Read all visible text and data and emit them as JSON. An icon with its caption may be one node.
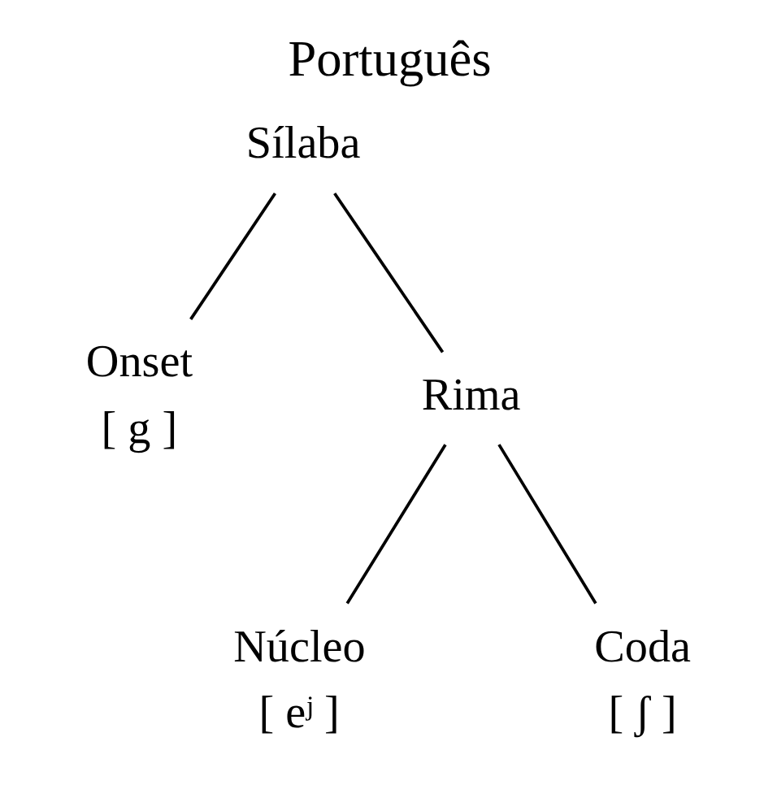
{
  "diagram": {
    "title": "Português",
    "nodes": [
      {
        "text": [
          "Sílaba"
        ]
      },
      {
        "text": [
          "Onset"
        ],
        "beside": [
          "[ g ]"
        ]
      },
      {
        "text": [
          "Rima"
        ]
      },
      {
        "text": [
          "Núcleo"
        ],
        "beside": [
          "[ eʲ ]"
        ]
      },
      {
        "text": [
          "Coda"
        ],
        "beside": [
          "[ ʃ ]"
        ]
      }
    ],
    "edges": [
      {
        "from": 0,
        "to": 1,
        "arrow": "none"
      },
      {
        "from": 0,
        "to": 2,
        "arrow": "none"
      },
      {
        "from": 2,
        "to": 3,
        "arrow": "none"
      },
      {
        "from": 2,
        "to": 4,
        "arrow": "none"
      }
    ]
  }
}
